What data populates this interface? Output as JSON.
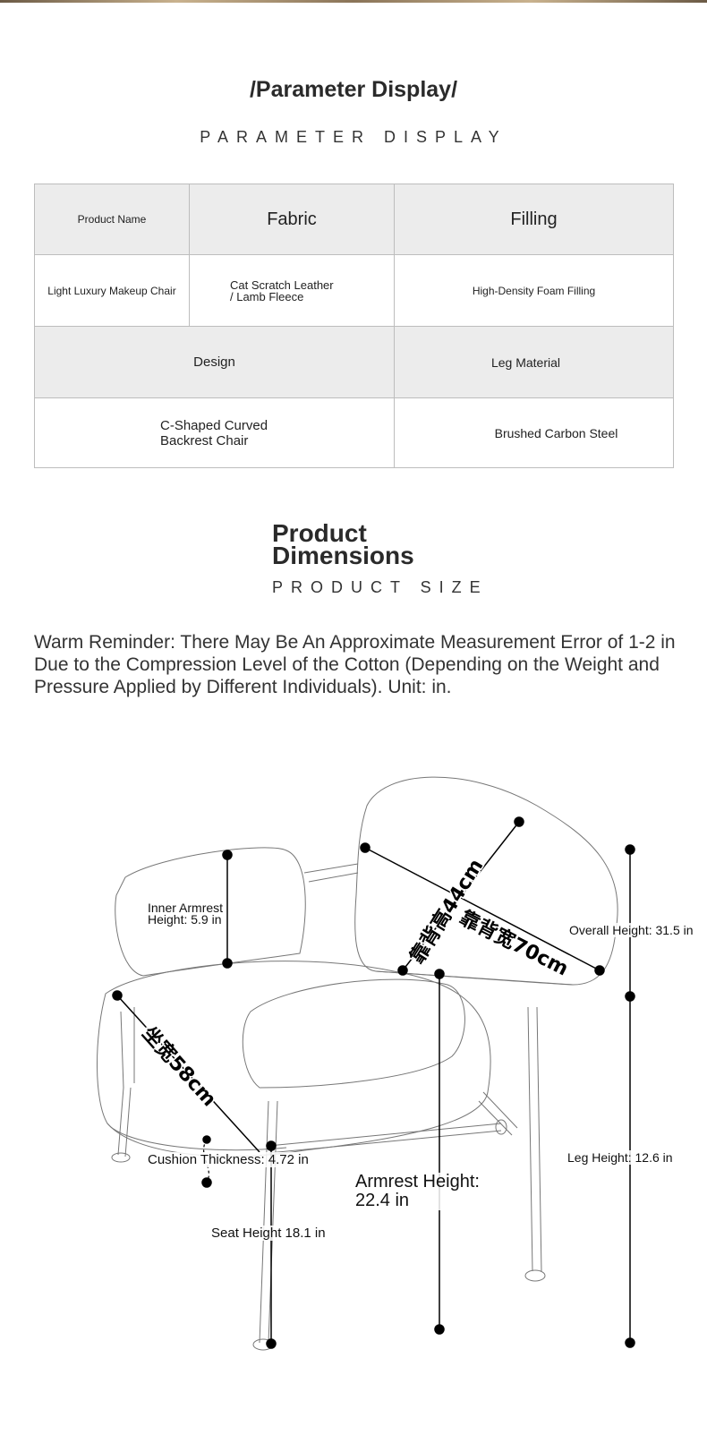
{
  "section1": {
    "title": "/Parameter Display/",
    "subtitle": "PARAMETER DISPLAY",
    "table": {
      "product_name_label": "Product Name",
      "fabric_label": "Fabric",
      "filling_label": "Filling",
      "product_name_value": "Light Luxury Makeup Chair",
      "fabric_value_line1": "Cat Scratch Leather",
      "fabric_value_line2": "/ Lamb Fleece",
      "filling_value": "High-Density Foam Filling",
      "design_label": "Design",
      "leg_material_label": "Leg Material",
      "design_value_line1": "C-Shaped Curved",
      "design_value_line2": "Backrest Chair",
      "leg_material_value": "Brushed Carbon Steel"
    }
  },
  "section2": {
    "title_line1": "Product",
    "title_line2": "Dimensions",
    "subtitle": "PRODUCT SIZE",
    "reminder": "Warm Reminder: There May Be An Approximate Measurement Error of 1-2 in Due to the Compression Level of the Cotton (Depending on the Weight and Pressure Applied by Different Individuals). Unit: in."
  },
  "diagram": {
    "inner_armrest_line1": "Inner Armrest",
    "inner_armrest_line2": "Height: 5.9 in",
    "backrest_height_cn": "靠背高44cm",
    "backrest_width_cn": "靠背宽70cm",
    "seat_width_cn": "坐宽58cm",
    "overall_height": "Overall Height: 31.5 in",
    "cushion_thickness": "Cushion Thickness: 4.72 in",
    "armrest_height_line1": "Armrest Height:",
    "armrest_height_line2": "22.4 in",
    "leg_height": "Leg Height: 12.6 in",
    "seat_height": "Seat Height 18.1 in"
  }
}
